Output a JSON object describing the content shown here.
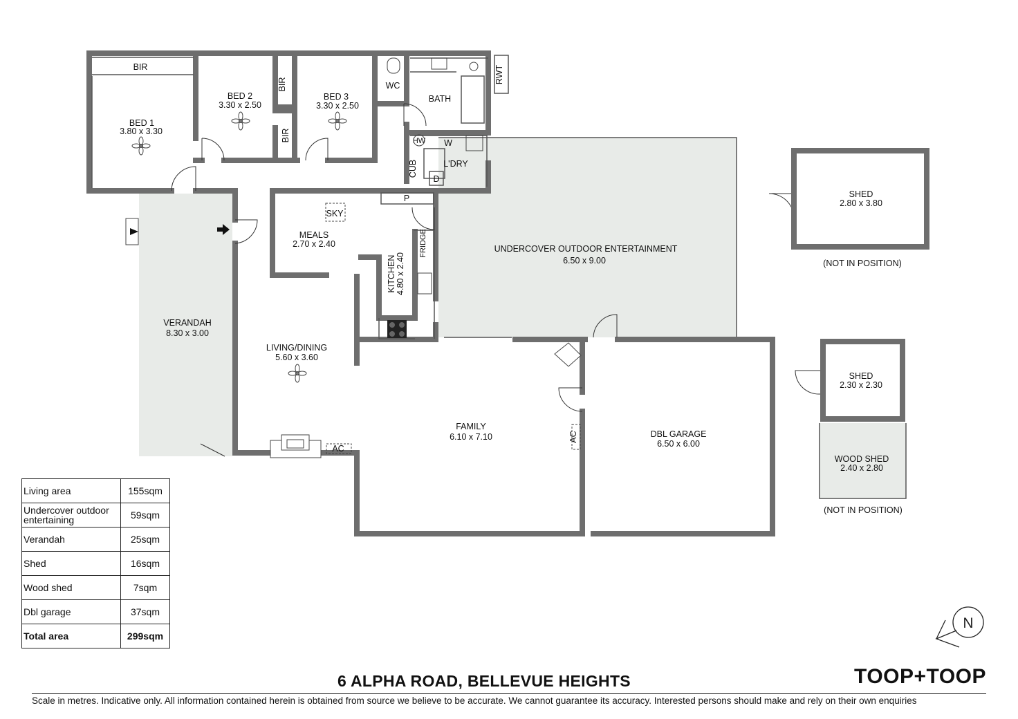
{
  "rooms": {
    "bir_top": "BIR",
    "bed1": {
      "name": "BED 1",
      "dims": "3.80 x 3.30"
    },
    "bed2": {
      "name": "BED 2",
      "dims": "3.30 x 2.50"
    },
    "bir_bed2_upper": "BIR",
    "bir_bed2_lower": "BIR",
    "bed3": {
      "name": "BED 3",
      "dims": "3.30 x 2.50"
    },
    "wc": "WC",
    "bath": "BATH",
    "rwt": "RWT",
    "hw": "HW",
    "w": "W",
    "laundry": "L'DRY",
    "cub": "CUB",
    "d": "D",
    "p": "P",
    "sky": "SKY",
    "meals": {
      "name": "MEALS",
      "dims": "2.70 x 2.40"
    },
    "fridge": "FRIDGE",
    "kitchen": {
      "name": "KITCHEN",
      "dims": "4.80 x 2.40"
    },
    "verandah": {
      "name": "VERANDAH",
      "dims": "8.30 x 3.00"
    },
    "living": {
      "name": "LIVING/DINING",
      "dims": "5.60 x 3.60"
    },
    "ac_living": "AC",
    "family": {
      "name": "FAMILY",
      "dims": "6.10 x 7.10"
    },
    "ac_family": "AC",
    "outdoor": {
      "name": "UNDERCOVER OUTDOOR ENTERTAINMENT",
      "dims": "6.50 x 9.00"
    },
    "garage": {
      "name": "DBL GARAGE",
      "dims": "6.50 x 6.00"
    },
    "shed1": {
      "name": "SHED",
      "dims": "2.80 x 3.80",
      "note": "(NOT IN POSITION)"
    },
    "shed2": {
      "name": "SHED",
      "dims": "2.30 x 2.30"
    },
    "woodshed": {
      "name": "WOOD SHED",
      "dims": "2.40 x 2.80",
      "note": "(NOT IN POSITION)"
    }
  },
  "area_table": [
    {
      "label": "Living area",
      "value": "155sqm"
    },
    {
      "label": "Undercover outdoor entertaining",
      "value": "59sqm"
    },
    {
      "label": "Verandah",
      "value": "25sqm"
    },
    {
      "label": "Shed",
      "value": "16sqm"
    },
    {
      "label": "Wood shed",
      "value": "7sqm"
    },
    {
      "label": "Dbl garage",
      "value": "37sqm"
    },
    {
      "label": "Total area",
      "value": "299sqm"
    }
  ],
  "address": "6 ALPHA ROAD, BELLEVUE HEIGHTS",
  "brand": "TOOP+TOOP",
  "compass_label": "N",
  "disclaimer": "Scale in metres. Indicative only. All information contained herein is obtained from source we believe to be accurate. We cannot guarantee its accuracy. Interested persons should make and rely on their own enquiries",
  "colors": {
    "wall": "#6e6e6e",
    "shaded_area": "#e8ebe8"
  }
}
